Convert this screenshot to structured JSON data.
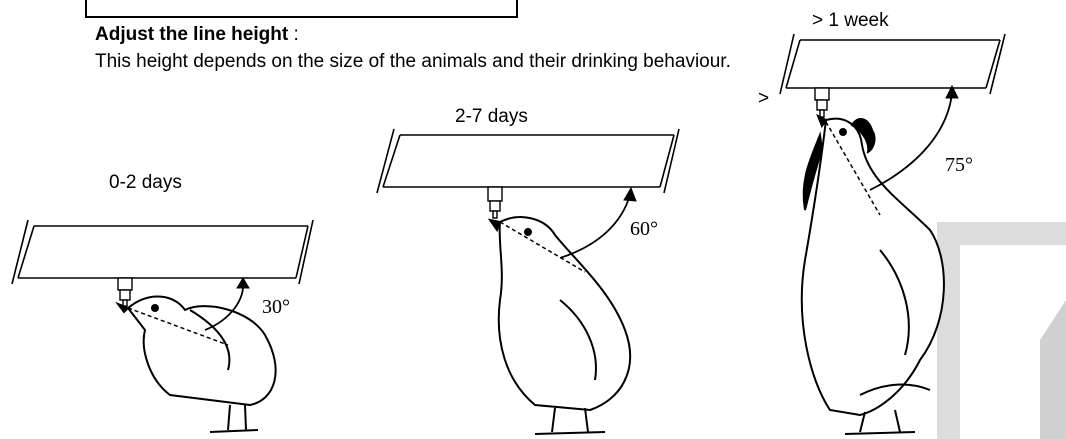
{
  "heading": {
    "bold": "Adjust the line height",
    "suffix": " :"
  },
  "description": "This height depends on the size of the animals and their drinking behaviour.",
  "stray_mark": ">",
  "stages": [
    {
      "age": "0-2 days",
      "angle": "30°"
    },
    {
      "age": "2-7 days",
      "angle": "60°"
    },
    {
      "age": "> 1 week",
      "angle": "75°"
    }
  ]
}
